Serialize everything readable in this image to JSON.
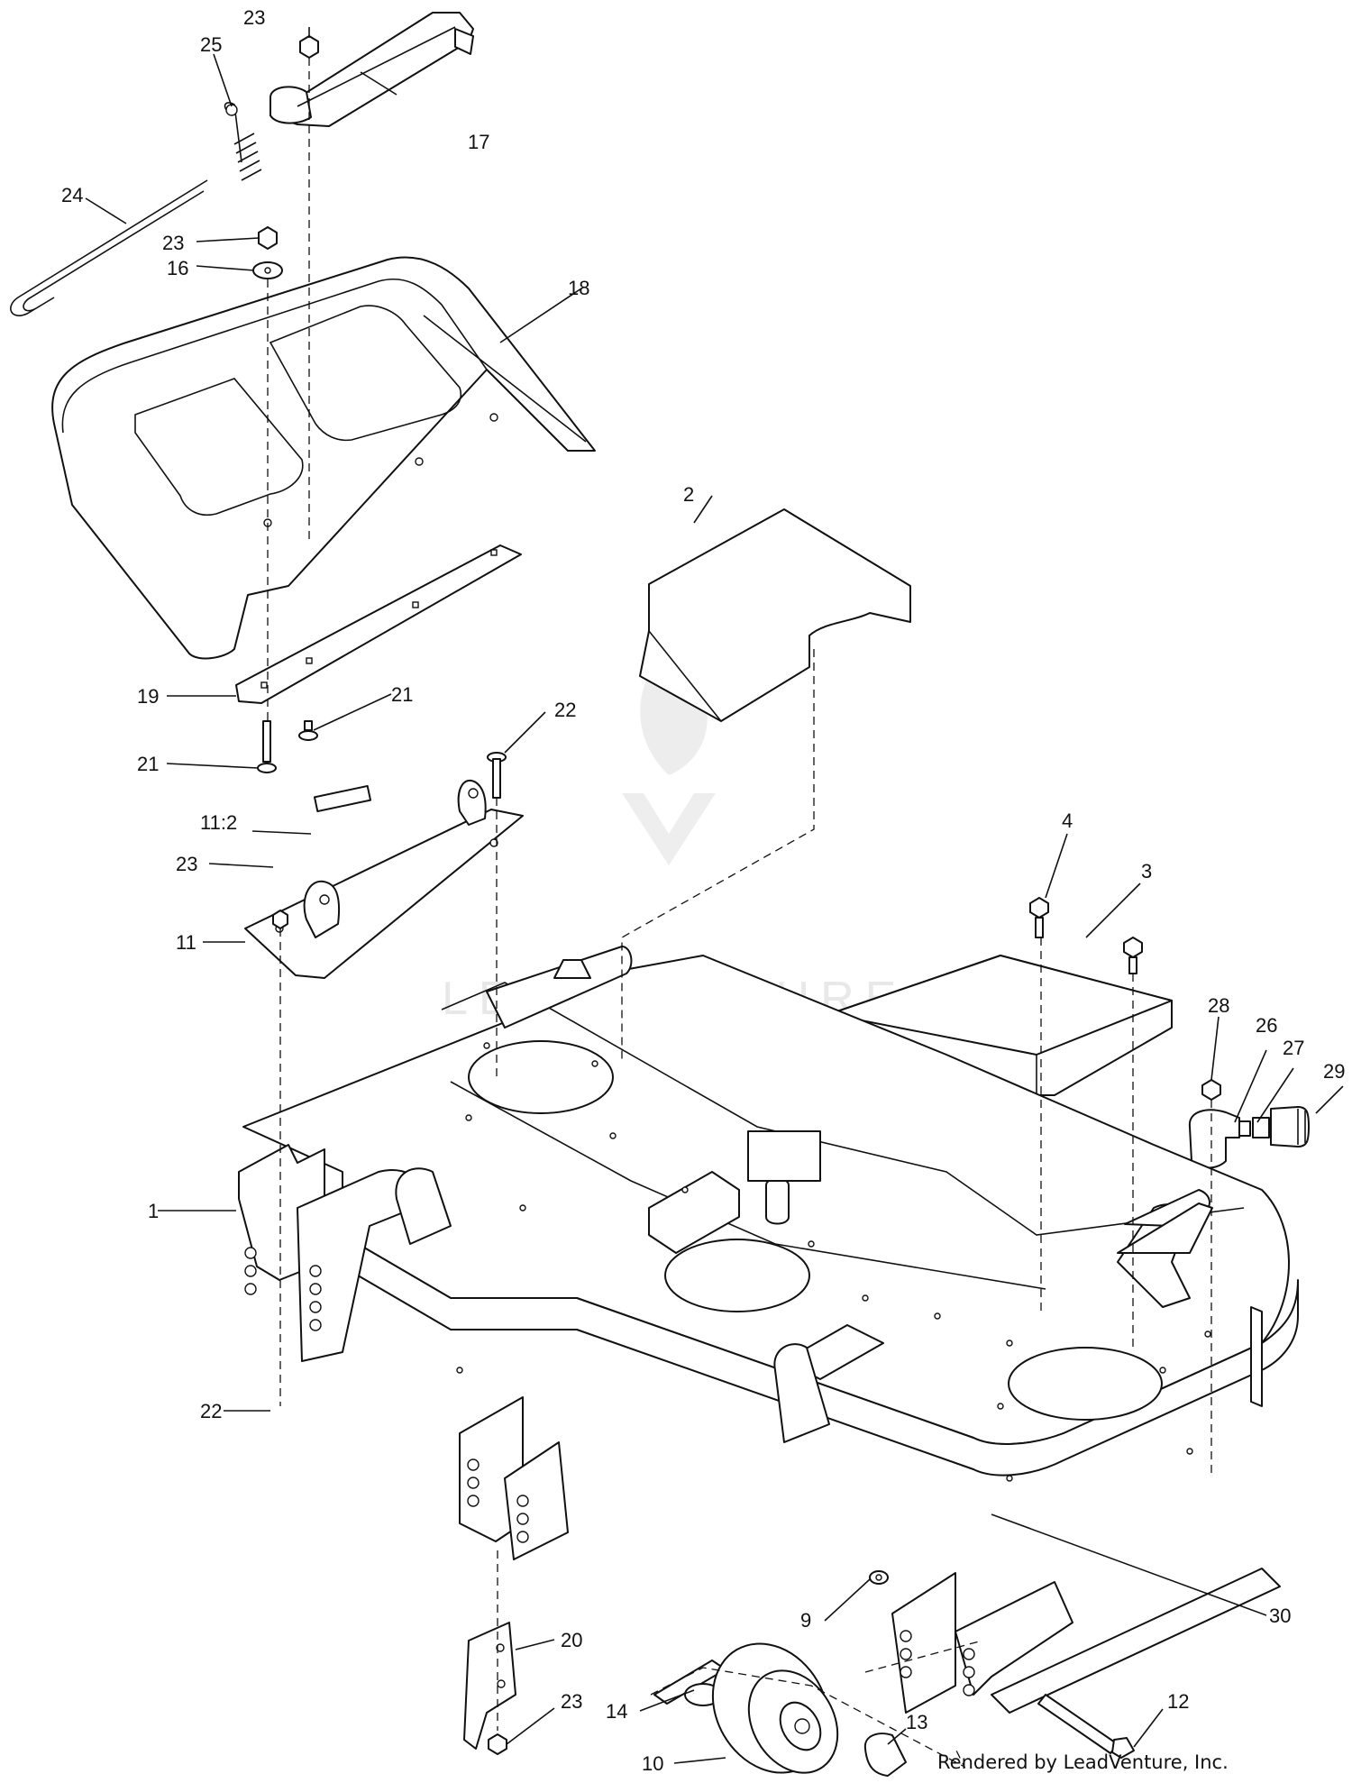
{
  "diagram": {
    "callouts": [
      {
        "id": "c23a",
        "label": "23"
      },
      {
        "id": "c25",
        "label": "25"
      },
      {
        "id": "c17",
        "label": "17"
      },
      {
        "id": "c24",
        "label": "24"
      },
      {
        "id": "c23b",
        "label": "23"
      },
      {
        "id": "c16",
        "label": "16"
      },
      {
        "id": "c18",
        "label": "18"
      },
      {
        "id": "c2",
        "label": "2"
      },
      {
        "id": "c19",
        "label": "19"
      },
      {
        "id": "c21a",
        "label": "21"
      },
      {
        "id": "c21b",
        "label": "21"
      },
      {
        "id": "c22a",
        "label": "22"
      },
      {
        "id": "c11b",
        "label": "11:2"
      },
      {
        "id": "c23c",
        "label": "23"
      },
      {
        "id": "c11",
        "label": "11"
      },
      {
        "id": "c4",
        "label": "4"
      },
      {
        "id": "c3",
        "label": "3"
      },
      {
        "id": "c28",
        "label": "28"
      },
      {
        "id": "c26",
        "label": "26"
      },
      {
        "id": "c27",
        "label": "27"
      },
      {
        "id": "c29",
        "label": "29"
      },
      {
        "id": "c1",
        "label": "1"
      },
      {
        "id": "c22b",
        "label": "22"
      },
      {
        "id": "c30",
        "label": "30"
      },
      {
        "id": "c9",
        "label": "9"
      },
      {
        "id": "c20",
        "label": "20"
      },
      {
        "id": "c23d",
        "label": "23"
      },
      {
        "id": "c12",
        "label": "12"
      },
      {
        "id": "c14",
        "label": "14"
      },
      {
        "id": "c13",
        "label": "13"
      },
      {
        "id": "c10",
        "label": "10"
      }
    ],
    "watermark": "LEADVENTURE",
    "credit": "Rendered by LeadVenture, Inc."
  }
}
